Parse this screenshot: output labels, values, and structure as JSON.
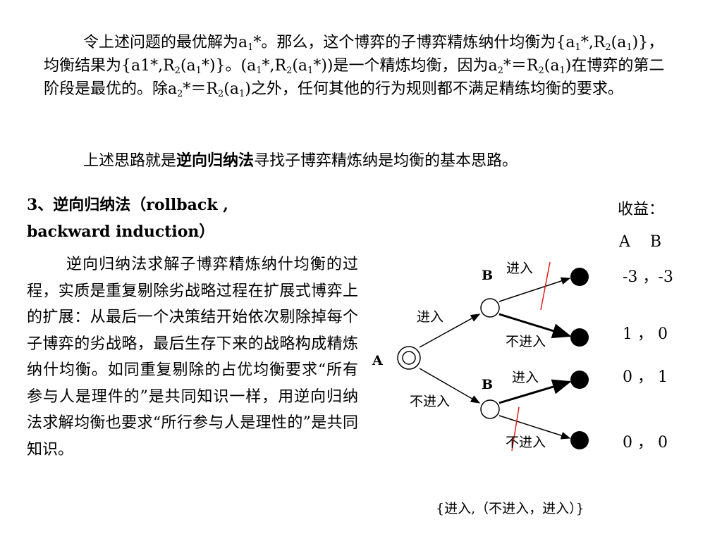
{
  "paragraph1": {
    "p1_a": "令上述问题的最优解为a",
    "p1_b": "1",
    "p1_c": "*。那么，这个博弈的子博弈精炼纳什均衡为{a",
    "p1_d": "1",
    "p1_e": "*,R",
    "p1_f": "2",
    "p1_g": "(a",
    "p1_h": "1",
    "p1_i": ")}，均衡结果为{a1*,R",
    "p1_j": "2",
    "p1_k": "(a",
    "p1_l": "1",
    "p1_m": "*)}。(a",
    "p1_n": "1",
    "p1_o": "*,R",
    "p1_p": "2",
    "p1_q": "(a",
    "p1_r": "1",
    "p1_s": "*))是一个精炼均衡，因为a",
    "p1_t": "2",
    "p1_u": "*＝R",
    "p1_v": "2",
    "p1_w": "(a",
    "p1_x": "1",
    "p1_y": ")在博弈的第二阶段是最优的。除a",
    "p1_z": "2",
    "p1_aa": "*＝R",
    "p1_ab": "2",
    "p1_ac": "(a",
    "p1_ad": "1",
    "p1_ae": ")之外，任何其他的行为规则都不满足精练均衡的要求。"
  },
  "paragraph2": {
    "before": "上述思路就是",
    "bold": "逆向归纳法",
    "after": "寻找子博弈精炼纳是均衡的基本思路。"
  },
  "section": {
    "title": "3、逆向归纳法（rollback , backward induction）",
    "body": "逆向归纳法求解子博弈精炼纳什均衡的过程，实质是重复剔除劣战略过程在扩展式博弈上的扩展：从最后一个决策结开始依次剔除掉每个子博弈的劣战略，最后生存下来的战略构成精炼纳什均衡。如同重复剔除的占优均衡要求“所有参与人是理件的”是共同知识一样，用逆向归纳法求解均衡也要求“所行参与人是理性的”是共同知识。"
  },
  "game_tree": {
    "root_player": "A",
    "sub_player_top": "B",
    "sub_player_bottom": "B",
    "edge_A_enter": "进入",
    "edge_A_not_enter": "不进入",
    "edge_B1_enter": "进入",
    "edge_B1_not_enter": "不进入",
    "edge_B2_enter": "进入",
    "edge_B2_not_enter": "不进入",
    "payoff_title": "收益：",
    "payoff_header": "A    B",
    "payoffs": [
      "-3 ，-3",
      "1 ， 0",
      "0 ， 1",
      "0 ， 0"
    ],
    "equilibrium": "{进入,（不进入，进入）}",
    "cut_color": "#e02020"
  }
}
